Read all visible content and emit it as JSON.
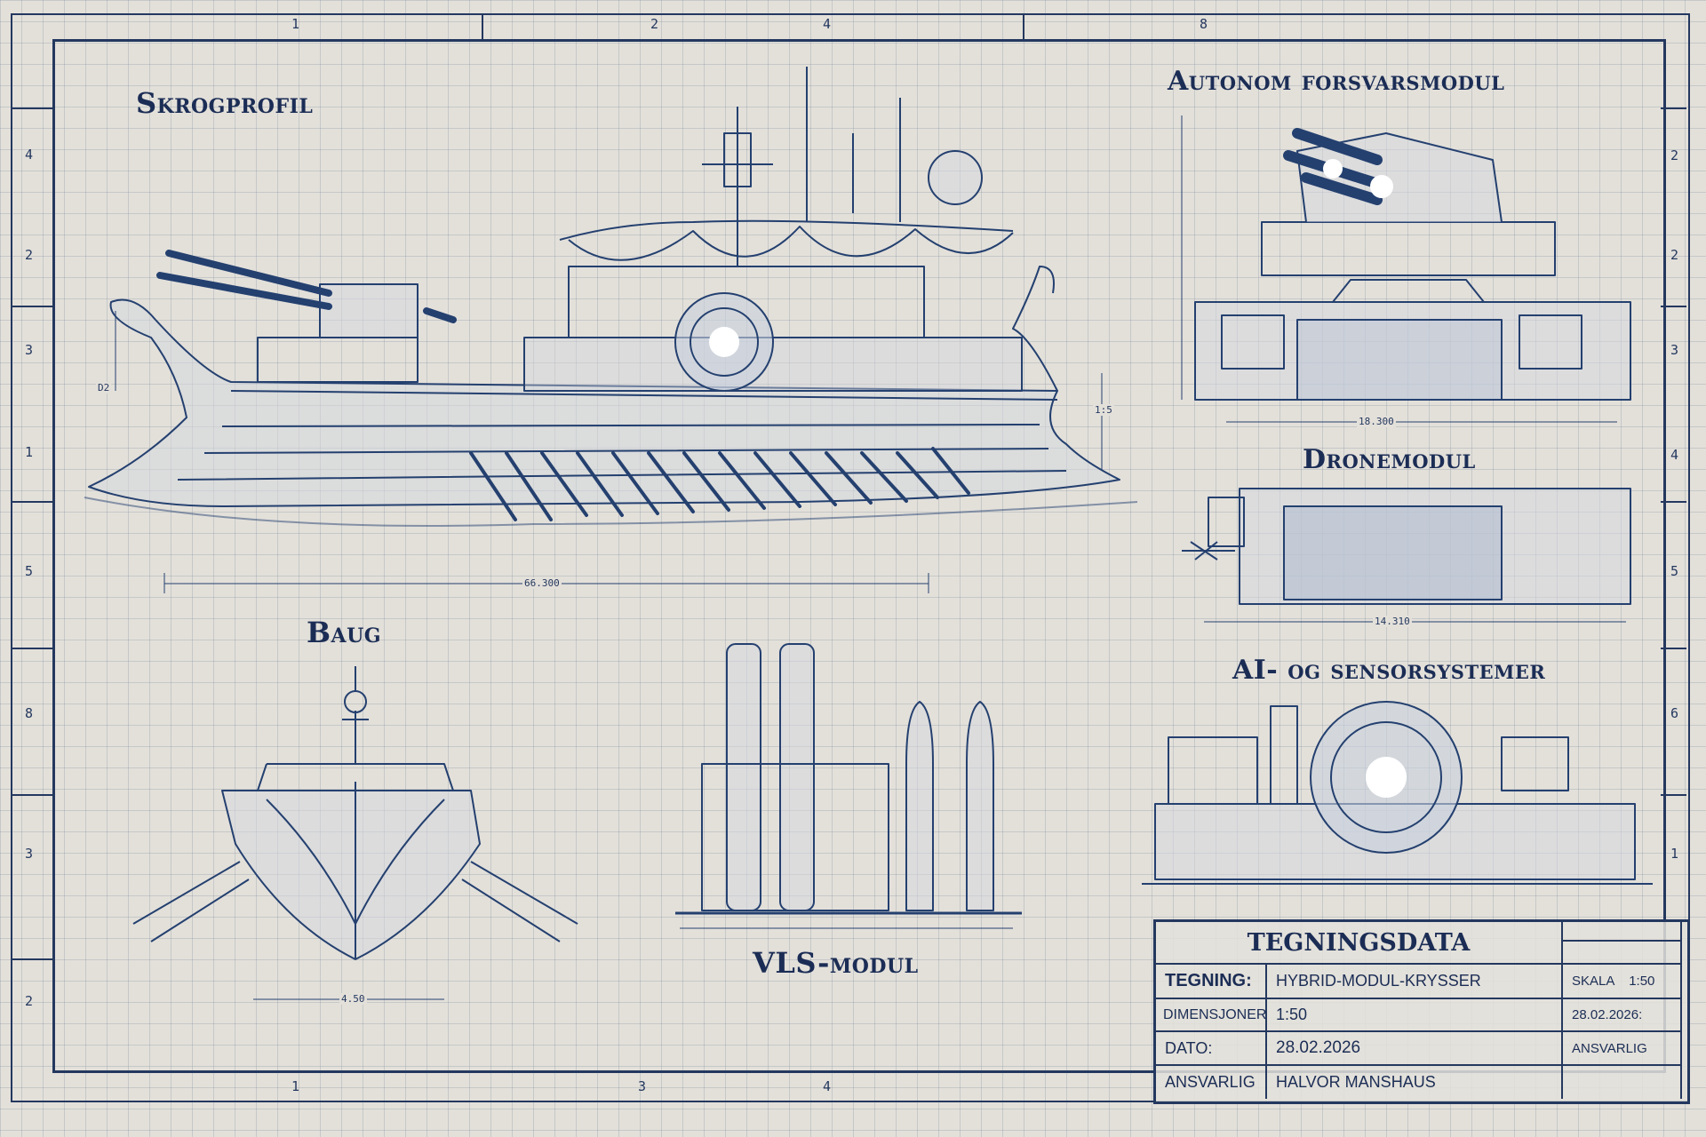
{
  "ruler": {
    "top": [
      "1",
      "2",
      "4",
      "8"
    ],
    "bottom": [
      "1",
      "3",
      "4"
    ],
    "left": [
      "4",
      "2",
      "3",
      "1",
      "5",
      "8",
      "3",
      "2"
    ],
    "right": [
      "2",
      "2",
      "3",
      "4",
      "5",
      "6",
      "1"
    ]
  },
  "sections": {
    "hull": {
      "title": "Skrogprofil",
      "dim_length": "66.300",
      "dim_left": "D2",
      "dim_height": "1:5"
    },
    "defense": {
      "title": "Autonom forsvarsmodul",
      "dim": "18.300"
    },
    "drone": {
      "title": "Dronemodul",
      "dim": "14.310"
    },
    "bow": {
      "title": "Baug",
      "dim": "4.50"
    },
    "vls": {
      "title": "VLS-modul"
    },
    "ai": {
      "title": "AI- og sensorsystemer"
    }
  },
  "title_block": {
    "heading": "TEGNINGSDATA",
    "rows": [
      {
        "label": "TEGNING:",
        "value": "HYBRID-MODUL-KRYSSER",
        "side": "SKALA    1:50"
      },
      {
        "label": "DIMENSJONER",
        "value": "1:50",
        "side": "28.02.2026:"
      },
      {
        "label": "DATO:",
        "value": "28.02.2026",
        "side": "ANSVARLIG"
      },
      {
        "label": "ANSVARLIG",
        "value": "HALVOR MANSHAUS",
        "side": ""
      }
    ]
  },
  "colors": {
    "ink": "#1c2f57",
    "paper": "#e3e0da",
    "glow": "#ffffff"
  }
}
